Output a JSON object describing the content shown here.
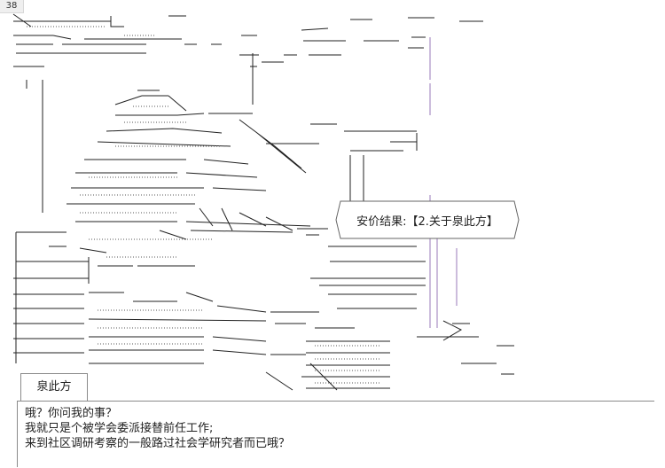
{
  "page_number": "38",
  "speech_bubble": {
    "text": "安价结果:【2.关于泉此方】"
  },
  "speaker": {
    "name": "泉此方"
  },
  "dialogue": {
    "lines": [
      "哦？你问我的事？",
      "我就只是个被学会委派接替前任工作;",
      "来到社区调研考察的一般路过社会学研究者而已哦？"
    ]
  },
  "colors": {
    "ascii_art": "#222222",
    "bar_purple": "#9a78b8",
    "border": "#8a8a8a"
  }
}
